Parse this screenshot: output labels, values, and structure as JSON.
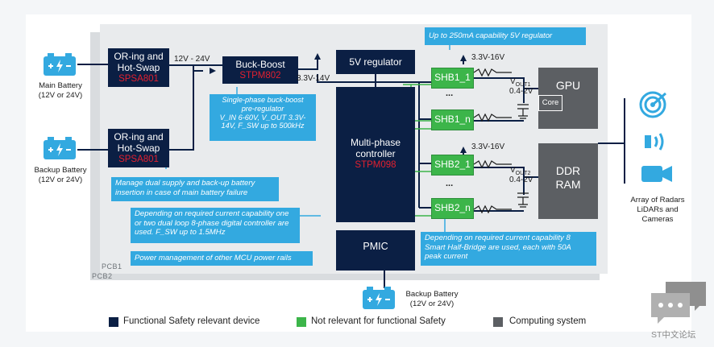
{
  "board": {
    "pcb1": "PCB1",
    "pcb2": "PCB2"
  },
  "or_ing_main": {
    "line1": "OR-ing and",
    "line2": "Hot-Swap",
    "part": "SPSA801"
  },
  "or_ing_backup": {
    "line1": "OR-ing and",
    "line2": "Hot-Swap",
    "part": "SPSA801"
  },
  "main_battery": {
    "line1": "Main Battery",
    "line2": "(12V or 24V)"
  },
  "backup_battery": {
    "line1": "Backup Battery",
    "line2": "(12V or 24V)"
  },
  "backup_battery_bottom": {
    "line1": "Backup Battery",
    "line2": "(12V or 24V)"
  },
  "voltage_in": "12V - 24V",
  "buck_boost": {
    "title": "Buck-Boost",
    "part": "STPM802",
    "out": "3.3V-14V"
  },
  "buck_note": [
    "Single-phase buck-boost",
    "pre-regulator",
    "V_IN 6-60V, V_OUT 3.3V-",
    "14V, F_SW up to 500kHz"
  ],
  "regulator_5v": {
    "title": "5V regulator",
    "note": "Up to 250mA capability 5V regulator"
  },
  "controller": {
    "line1": "Multi-phase",
    "line2": "controller",
    "part": "STPM098"
  },
  "pmic": {
    "title": "PMIC",
    "note": "Power management of other MCU power rails"
  },
  "shb": {
    "shb1_1": "SHB1_1",
    "shb1_n": "SHB1_n",
    "shb2_1": "SHB2_1",
    "shb2_n": "SHB2_n",
    "dots": "..."
  },
  "rail1": {
    "input": "3.3V-16V",
    "vout_label": "V",
    "vout_sub": "OUT1",
    "range": "0.4-2V"
  },
  "rail2": {
    "input": "3.3V-16V",
    "vout_label": "V",
    "vout_sub": "OUT2",
    "range": "0.4-2V"
  },
  "gpu": {
    "title": "GPU",
    "core": "Core"
  },
  "ddr": {
    "line1": "DDR",
    "line2": "RAM"
  },
  "notes": {
    "dual_supply": [
      "Manage dual supply and back-up battery",
      "insertion in case of main battery failure"
    ],
    "controller_count": [
      "Depending on required current capability one",
      "or two dual loop 8-phase digital controller are",
      "used. F_SW up to 1.5MHz"
    ],
    "half_bridge": [
      "Depending on required current capability 8",
      "Smart Half-Bridge are used, each with 50A",
      "peak current"
    ]
  },
  "sensors": {
    "line1": "Array of Radars",
    "line2": "LiDARs and",
    "line3": "Cameras"
  },
  "legend": {
    "navy_label": "Functional Safety relevant device",
    "green_label": "Not relevant for functional Safety",
    "gray_label": "Computing system"
  },
  "watermark": "ST中文论坛",
  "colors": {
    "navy": "#0b1f44",
    "green": "#3cb54a",
    "gray": "#5c5f63",
    "note_blue": "#33a9e0",
    "part_red": "#e2202f"
  }
}
